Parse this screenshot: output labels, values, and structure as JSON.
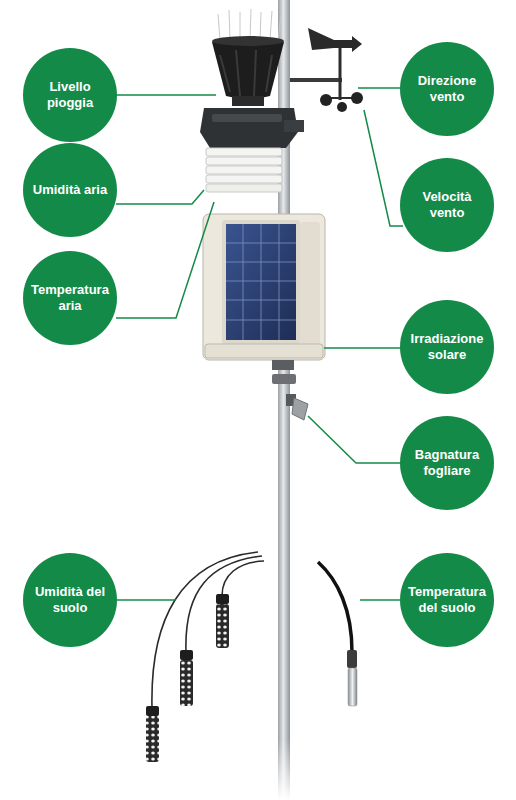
{
  "diagram": {
    "nodes": [
      {
        "text": [
          "Livello pioggia"
        ]
      },
      {
        "text": [
          "Direzione vento"
        ]
      },
      {
        "text": [
          "Umidità aria"
        ]
      },
      {
        "text": [
          "Velocità vento"
        ]
      },
      {
        "text": [
          "Temperatura aria"
        ]
      },
      {
        "text": [
          "Irradiazione solare"
        ]
      },
      {
        "text": [
          "Bagnatura fogliare"
        ]
      },
      {
        "text": [
          "Umidità del suolo"
        ]
      },
      {
        "text": [
          "Temperatura del suolo"
        ]
      }
    ]
  }
}
